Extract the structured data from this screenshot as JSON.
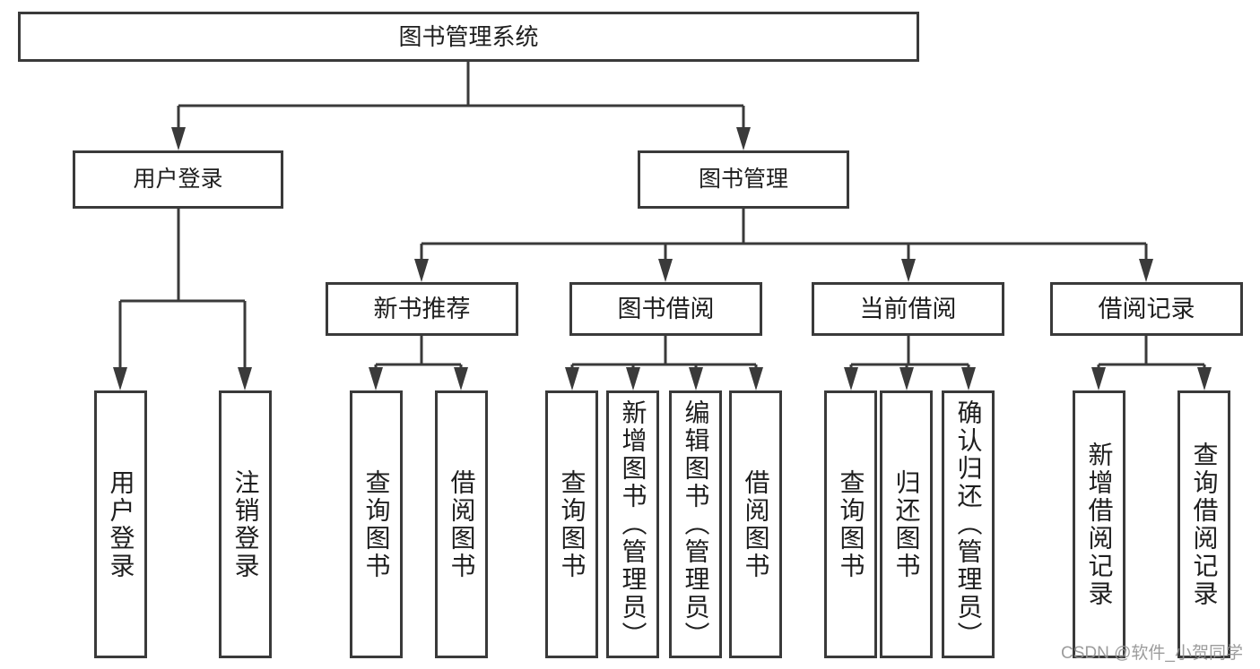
{
  "tree": {
    "label": "图书管理系统",
    "children": [
      {
        "label": "用户登录",
        "children": [
          {
            "label": "用户登录"
          },
          {
            "label": "注销登录"
          }
        ]
      },
      {
        "label": "图书管理",
        "children": [
          {
            "label": "新书推荐",
            "children": [
              {
                "label": "查询图书"
              },
              {
                "label": "借阅图书"
              }
            ]
          },
          {
            "label": "图书借阅",
            "children": [
              {
                "label": "查询图书"
              },
              {
                "label": "新增图书（管理员）"
              },
              {
                "label": "编辑图书（管理员）"
              },
              {
                "label": "借阅图书"
              }
            ]
          },
          {
            "label": "当前借阅",
            "children": [
              {
                "label": "查询图书"
              },
              {
                "label": "归还图书"
              },
              {
                "label": "确认归还（管理员）"
              }
            ]
          },
          {
            "label": "借阅记录",
            "children": [
              {
                "label": "新增借阅记录"
              },
              {
                "label": "查询借阅记录"
              }
            ]
          }
        ]
      }
    ]
  },
  "watermark": {
    "text": "CSDN @软件_小贺同学"
  },
  "colors": {
    "line": "#3a3a3a",
    "box_border": "#3a3a3a",
    "text": "#1e1e1e",
    "background": "#ffffff",
    "watermark": "#949494"
  }
}
